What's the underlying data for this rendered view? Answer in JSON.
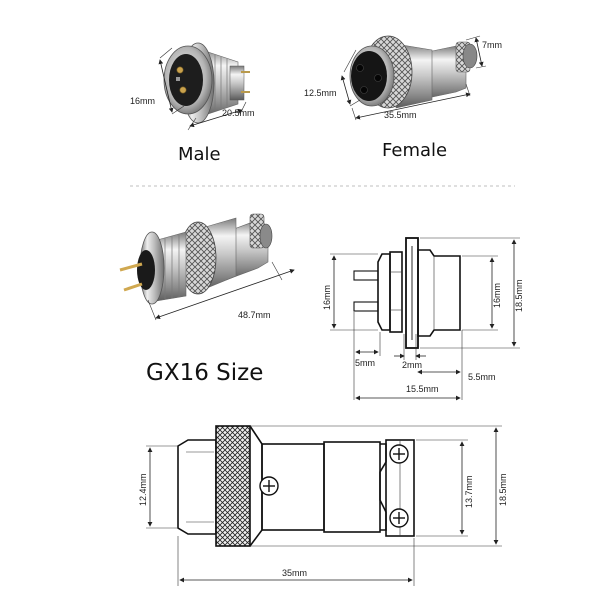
{
  "labels": {
    "male": "Male",
    "female": "Female",
    "title": "GX16 Size"
  },
  "dimensions": {
    "male_diameter": "16mm",
    "male_length": "20.5mm",
    "female_diameter": "12.5mm",
    "female_length": "35.5mm",
    "female_tail": "7mm",
    "assembled_length": "48.7mm",
    "side_body_height": "16mm",
    "side_thread_height": "16mm",
    "side_flange_height": "18.5mm",
    "side_pin_length": "5mm",
    "side_nut_thickness": "2mm",
    "side_total_length": "15.5mm",
    "side_body_length": "5.5mm",
    "plug_rear_diameter": "12.4mm",
    "plug_clamp_height": "13.7mm",
    "plug_max_diameter": "18.5mm",
    "plug_length": "35mm"
  },
  "colors": {
    "metal_light": "#f2f2f2",
    "metal_mid": "#b8b8b8",
    "metal_dark": "#6e6e6e",
    "insulator": "#1a1a1a",
    "pin": "#d9b45a"
  }
}
